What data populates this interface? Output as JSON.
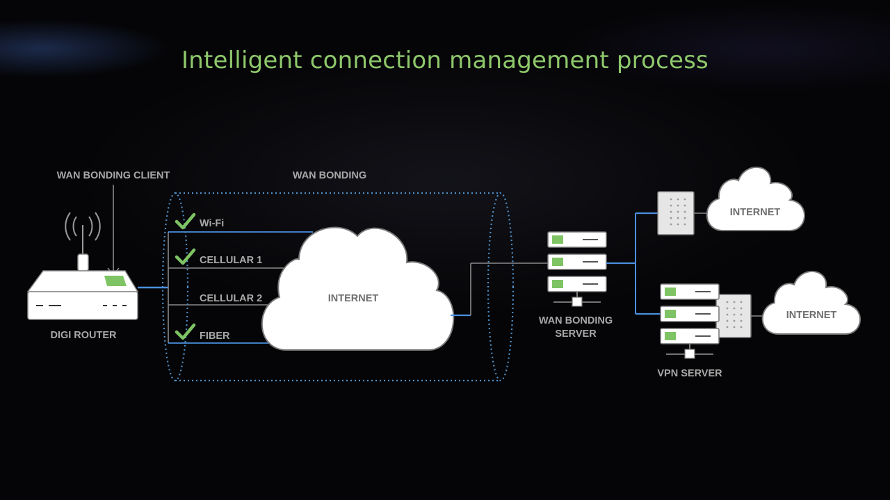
{
  "title": "Intelligent connection management process",
  "labels": {
    "wan_bonding_client": "WAN BONDING CLIENT",
    "wan_bonding": "WAN BONDING",
    "digi_router": "DIGI ROUTER",
    "wan_bonding_server_line1": "WAN BONDING",
    "wan_bonding_server_line2": "SERVER",
    "vpn_server": "VPN SERVER"
  },
  "connections": [
    {
      "label": "Wi-Fi",
      "active": true
    },
    {
      "label": "CELLULAR 1",
      "active": true
    },
    {
      "label": "CELLULAR 2",
      "active": false
    },
    {
      "label": "FIBER",
      "active": true
    }
  ],
  "clouds": {
    "main": "INTERNET",
    "top_right": "INTERNET",
    "bottom_right": "INTERNET"
  },
  "colors": {
    "accent_green": "#7ec464",
    "title_green": "#8ec86b",
    "link_blue": "#4a8fe0",
    "tunnel_dots": "#4f8fc7",
    "label_grey": "#a8a8a8"
  },
  "icons": [
    "router-icon",
    "signal-waves-icon",
    "checkmark-icon",
    "cloud-icon",
    "server-rack-icon",
    "vpn-appliance-icon"
  ]
}
